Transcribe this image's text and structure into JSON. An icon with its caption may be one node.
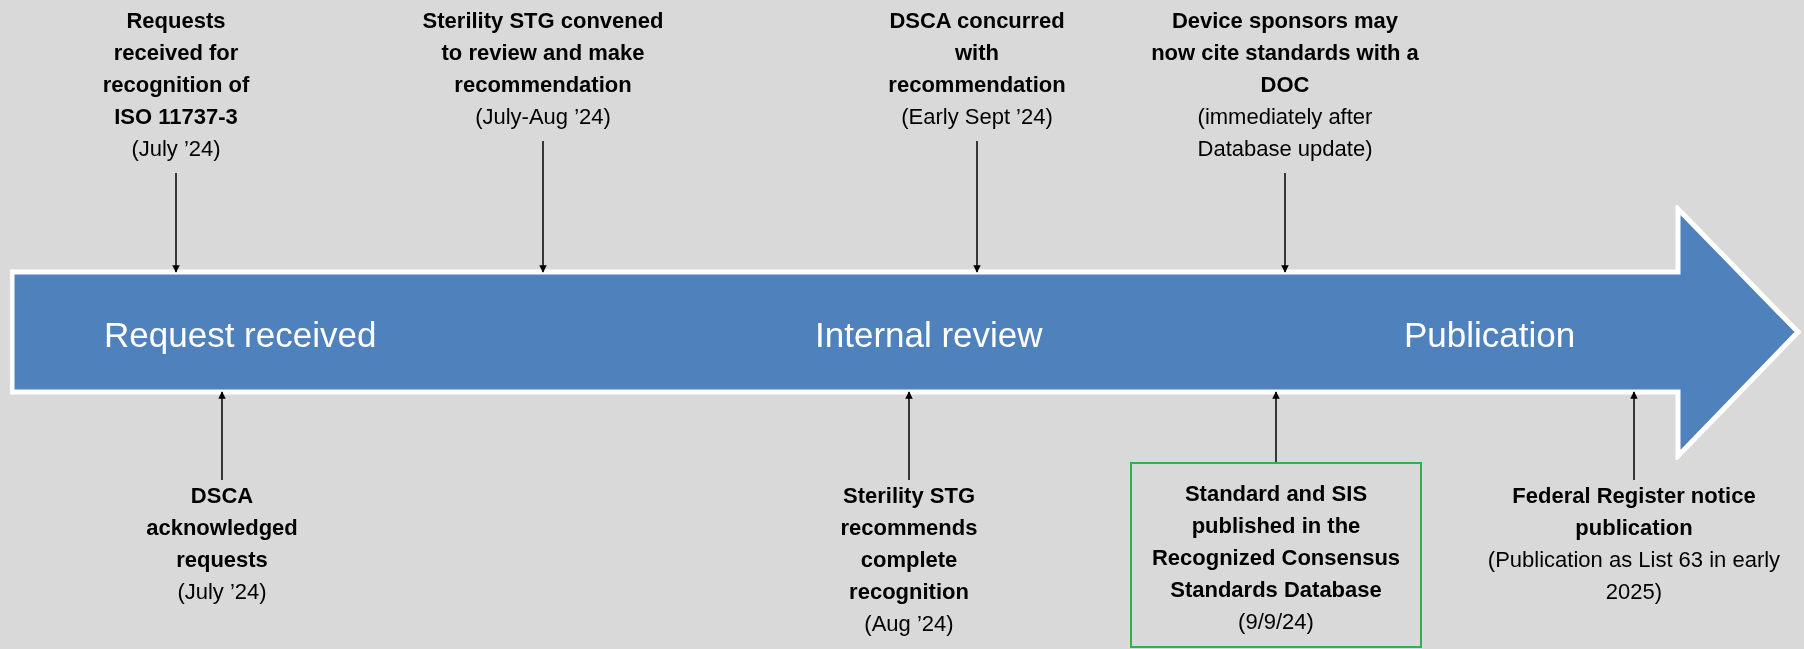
{
  "diagram": {
    "nodes": [
      {
        "text": [
          "Request received",
          "Internal review",
          "Publication"
        ]
      },
      {
        "text": [
          "Requests received for recognition of ISO 11737-3",
          "(July ’24)"
        ]
      },
      {
        "text": [
          "Sterility STG convened to review and make recommendation",
          "(July-Aug ’24)"
        ]
      },
      {
        "text": [
          "DSCA concurred with recommendation",
          "(Early Sept ’24)"
        ]
      },
      {
        "text": [
          "Device sponsors may now cite standards with a DOC",
          "(immediately after Database update)"
        ]
      },
      {
        "text": [
          "DSCA acknowledged requests",
          "(July ’24)"
        ]
      },
      {
        "text": [
          "Sterility STG recommends complete recognition",
          "(Aug ’24)"
        ]
      },
      {
        "text": [
          "Standard and SIS published in the Recognized Consensus Standards Database",
          "(9/9/24)"
        ]
      },
      {
        "text": [
          "Federal Register notice publication",
          "(Publication as List 63 in early 2025)"
        ]
      }
    ],
    "edges": [
      {
        "from": 1,
        "to": 0,
        "arrow": "to"
      },
      {
        "from": 2,
        "to": 0,
        "arrow": "to"
      },
      {
        "from": 3,
        "to": 0,
        "arrow": "to"
      },
      {
        "from": 4,
        "to": 0,
        "arrow": "to"
      },
      {
        "from": 5,
        "to": 0,
        "arrow": "to"
      },
      {
        "from": 6,
        "to": 0,
        "arrow": "to"
      },
      {
        "from": 7,
        "to": 0,
        "arrow": "to"
      },
      {
        "from": 8,
        "to": 0,
        "arrow": "to"
      }
    ]
  }
}
